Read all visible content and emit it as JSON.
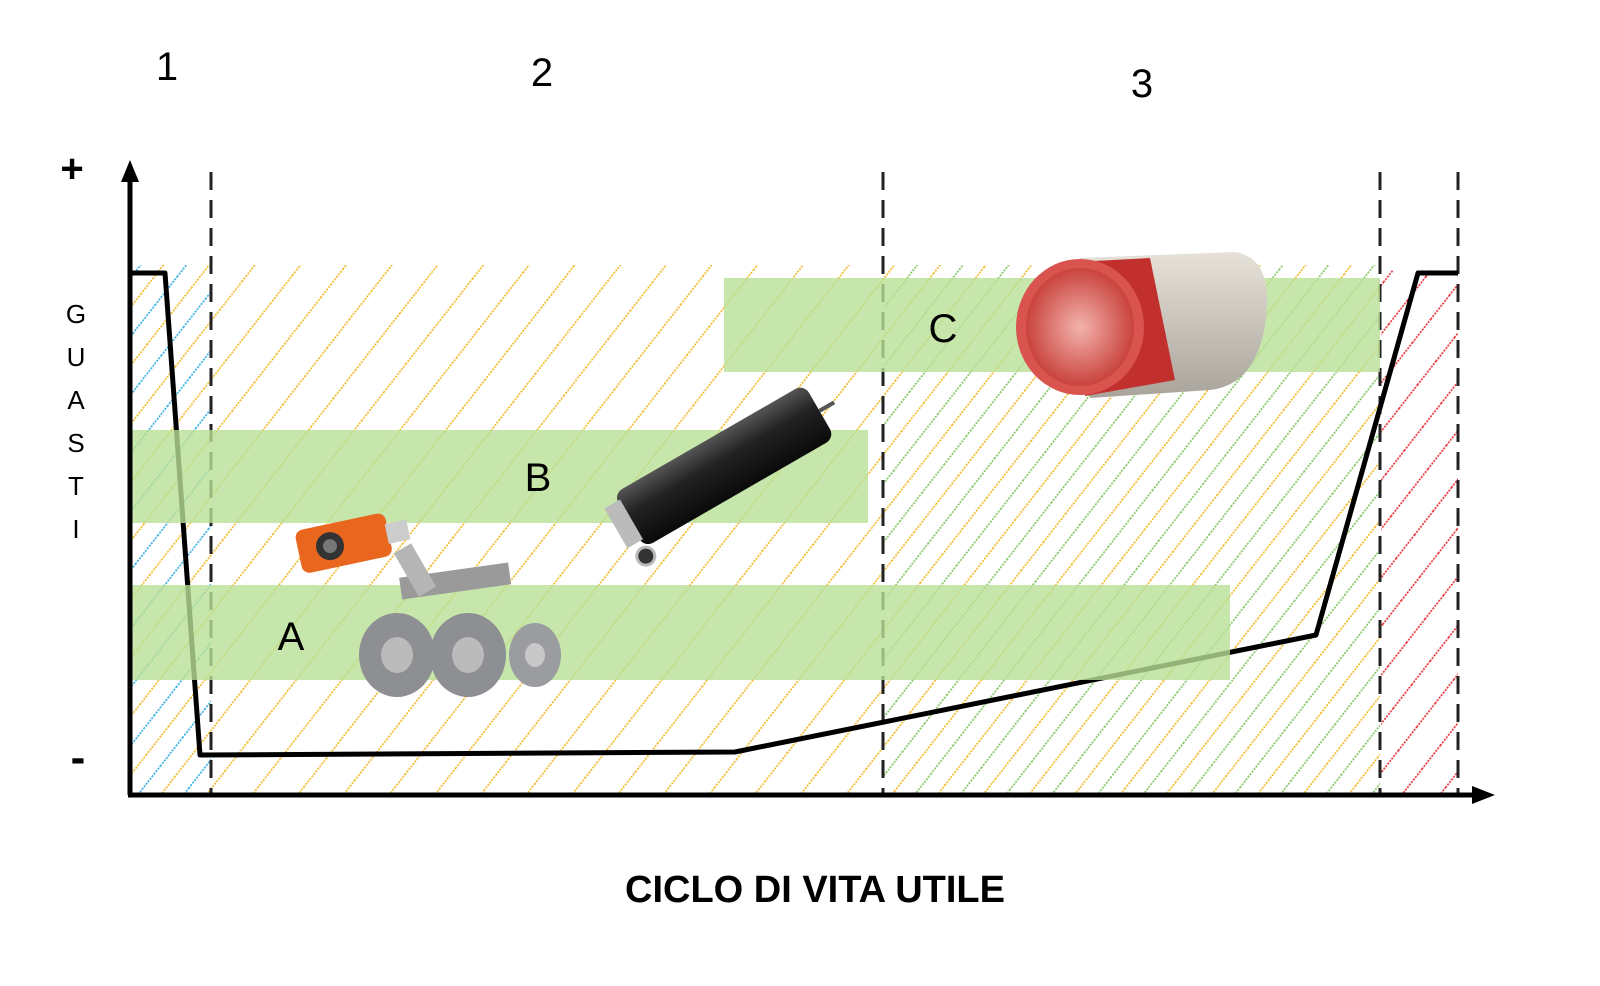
{
  "phases": [
    "1",
    "2",
    "3"
  ],
  "y_axis": {
    "plus": "+",
    "minus": "-",
    "label_letters": [
      "G",
      "U",
      "A",
      "S",
      "T",
      "I"
    ]
  },
  "bands": [
    "A",
    "B",
    "C"
  ],
  "x_axis": {
    "title": "CICLO DI VITA UTILE"
  },
  "colors": {
    "band": "#b9e096",
    "hatch_yellow": "#f2b51c",
    "hatch_blue": "#29a8e0",
    "hatch_green": "#7cc35a",
    "hatch_red": "#e8262b",
    "curve": "#000000"
  },
  "illustrations": [
    "inspection-robot-camera",
    "pipe-plug",
    "lined-pipe"
  ]
}
